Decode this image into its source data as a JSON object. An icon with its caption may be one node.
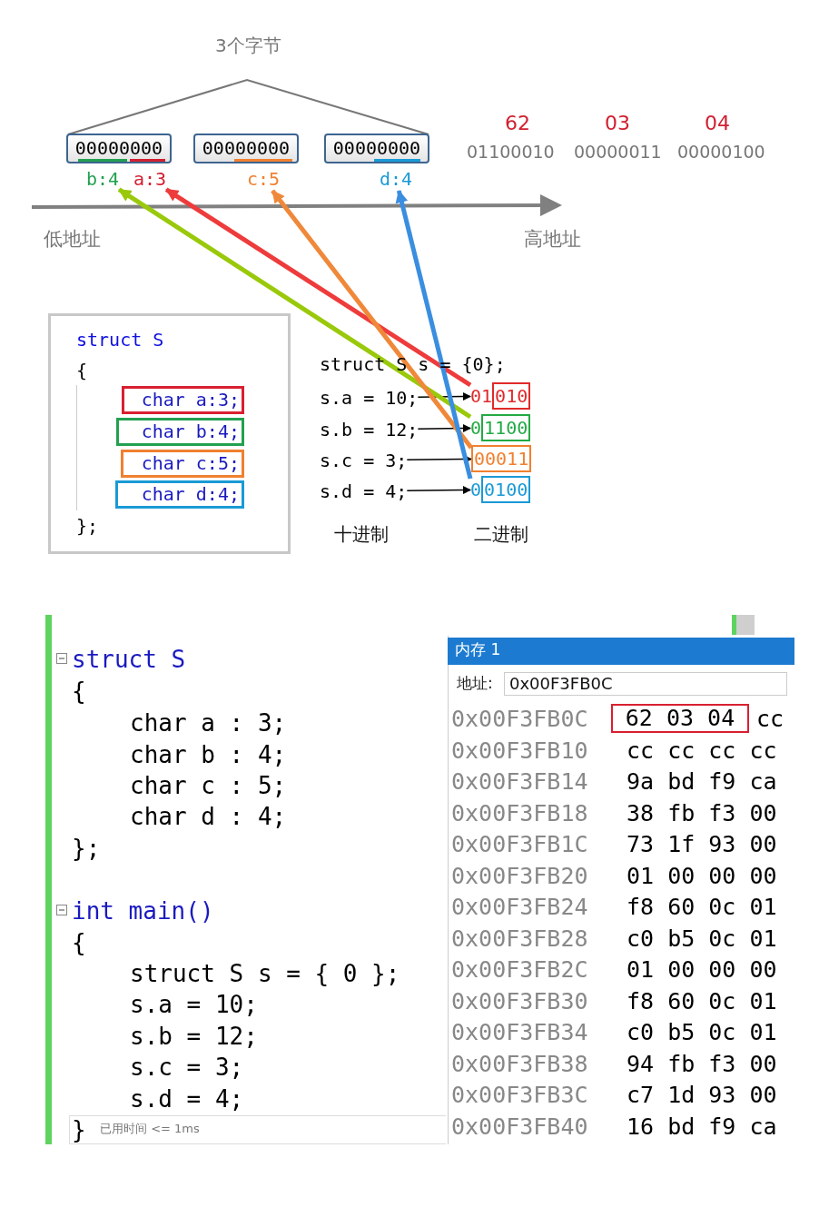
{
  "diagram": {
    "nodes": [
      {
        "text": [
          "00000000"
        ]
      },
      {
        "text": [
          "00000000"
        ]
      },
      {
        "text": [
          "00000000"
        ]
      },
      {
        "text": [
          "b:4"
        ]
      },
      {
        "text": [
          "a:3"
        ]
      },
      {
        "text": [
          "c:5"
        ]
      },
      {
        "text": [
          "d:4"
        ]
      },
      {
        "text": [
          "struct S",
          "{",
          "};"
        ]
      },
      {
        "text": [
          "char a:3;"
        ],
        "in": 7
      },
      {
        "text": [
          "char b:4;"
        ],
        "in": 7
      },
      {
        "text": [
          "char c:5;"
        ],
        "in": 7
      },
      {
        "text": [
          "char d:4;"
        ],
        "in": 7
      },
      {
        "text": [
          "s.a = 10;"
        ]
      },
      {
        "text": [
          "010"
        ],
        "beside": [
          "01"
        ]
      },
      {
        "text": [
          "s.b = 12;"
        ]
      },
      {
        "text": [
          "1100"
        ],
        "beside": [
          "0"
        ]
      },
      {
        "text": [
          "s.c = 3;"
        ]
      },
      {
        "text": [
          "00011"
        ]
      },
      {
        "text": [
          "s.d = 4;"
        ]
      },
      {
        "text": [
          "0100"
        ],
        "beside": [
          "0"
        ]
      },
      {
        "text": [
          "62 03 04"
        ]
      }
    ],
    "edges": [
      {
        "from": 12,
        "to": 13,
        "arrow": "to"
      },
      {
        "from": 14,
        "to": 15,
        "arrow": "to"
      },
      {
        "from": 16,
        "to": 17,
        "arrow": "to"
      },
      {
        "from": 18,
        "to": 19,
        "arrow": "to"
      },
      {
        "from": 13,
        "to": 4,
        "arrow": "to",
        "style": "thick",
        "color": "#ee3b3b"
      },
      {
        "from": 15,
        "to": 3,
        "arrow": "to",
        "style": "thick",
        "color": "#99c90a"
      },
      {
        "from": 17,
        "to": 5,
        "arrow": "to",
        "style": "thick",
        "color": "#f0883a"
      },
      {
        "from": 19,
        "to": 6,
        "arrow": "to",
        "style": "thick",
        "color": "#3a8ee0"
      }
    ],
    "labels": [
      "3个字节",
      "62",
      "03",
      "04",
      "01100010",
      "00000011",
      "00000100",
      "低地址",
      "高地址",
      "struct S s = {0};",
      "十进制",
      "二进制",
      "struct S",
      "{",
      "char a : 3;",
      "char b : 4;",
      "char c : 5;",
      "char d : 4;",
      "};",
      "int main()",
      "{",
      "struct S s = { 0 };",
      "s.a = 10;",
      "s.b = 12;",
      "s.c = 3;",
      "s.d = 4;",
      "}",
      "已用时间 <= 1ms",
      "内存 1",
      "地址:",
      "0x00F3FB0C",
      "0x00F3FB0C",
      "cc",
      "0x00F3FB10",
      "cc cc cc cc",
      "0x00F3FB14",
      "9a bd f9 ca",
      "0x00F3FB18",
      "38 fb f3 00",
      "0x00F3FB1C",
      "73 1f 93 00",
      "0x00F3FB20",
      "01 00 00 00",
      "0x00F3FB24",
      "f8 60 0c 01",
      "0x00F3FB28",
      "c0 b5 0c 01",
      "0x00F3FB2C",
      "01 00 00 00",
      "0x00F3FB30",
      "f8 60 0c 01",
      "0x00F3FB34",
      "c0 b5 0c 01",
      "0x00F3FB38",
      "94 fb f3 00",
      "0x00F3FB3C",
      "c7 1d 93 00",
      "0x00F3FB40",
      "16 bd f9 ca"
    ]
  }
}
